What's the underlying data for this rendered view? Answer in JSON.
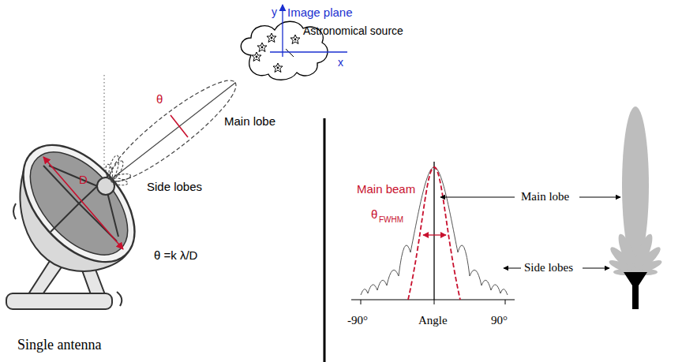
{
  "diagram": {
    "labels": [
      "y",
      "Image plane",
      "Astronomical source",
      "x",
      "θ",
      "Main lobe",
      "D",
      "Side lobes",
      "θ =k λ/D",
      "Single antenna",
      "Main beam",
      "θ",
      "FWHM",
      "Main lobe",
      "Side lobes",
      "-90°",
      "Angle",
      "90°"
    ]
  }
}
